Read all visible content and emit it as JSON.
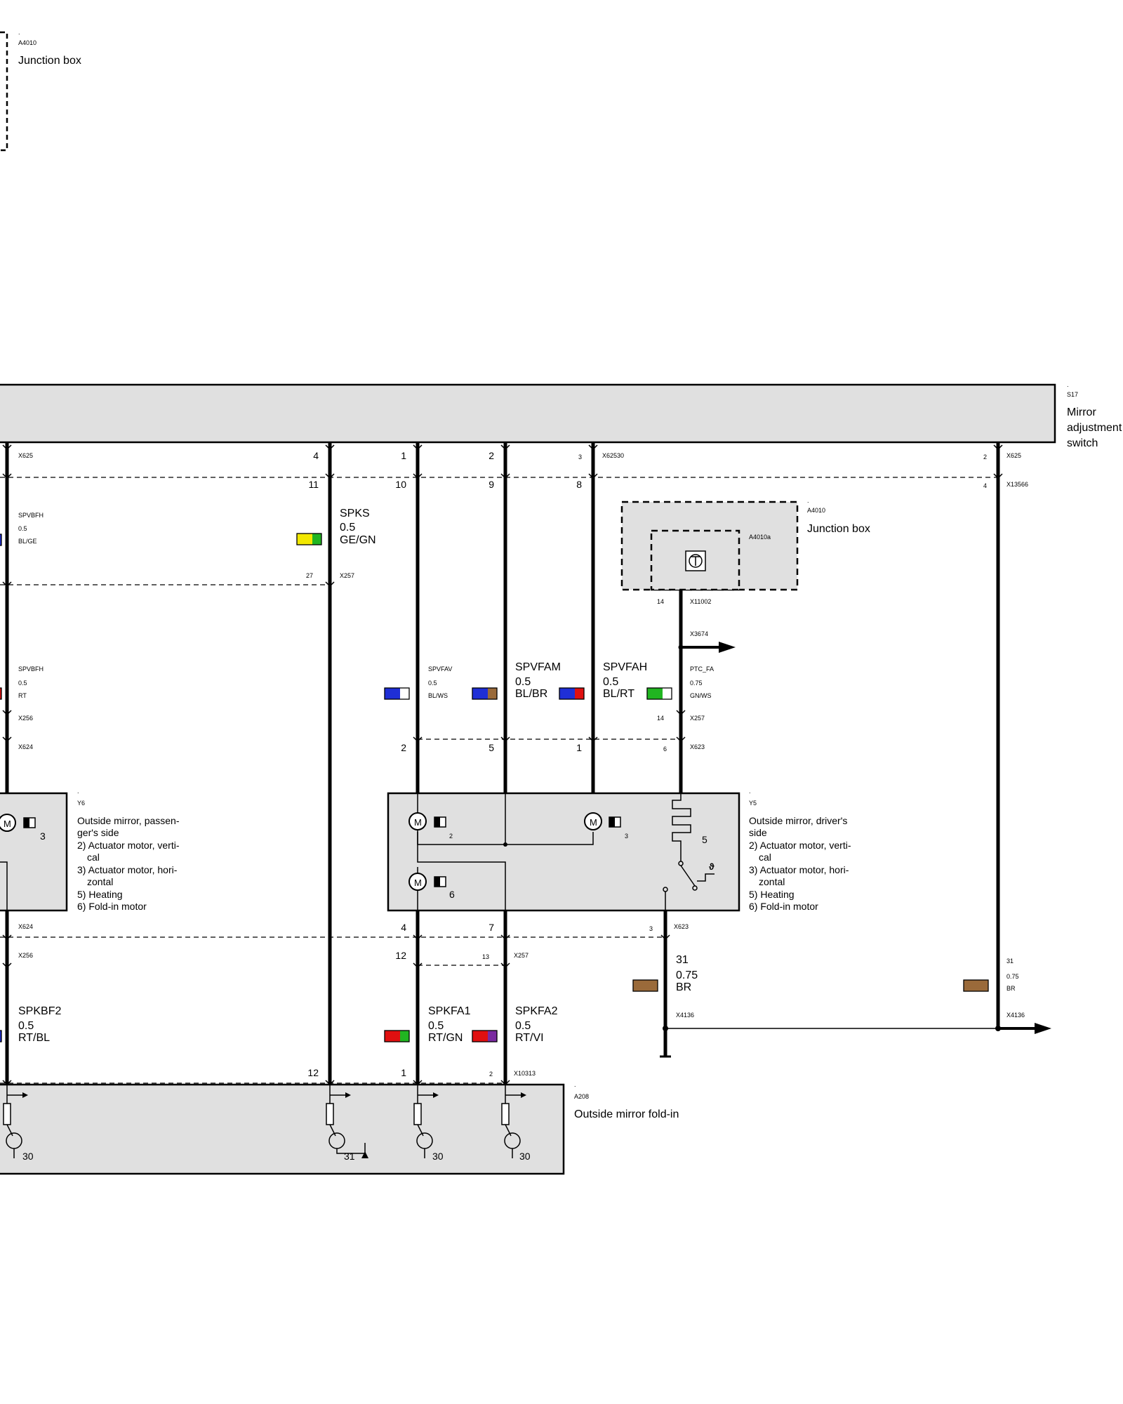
{
  "junction_box_top": {
    "ref": "A4010",
    "name": "Junction box"
  },
  "switch": {
    "ref": "S17",
    "name_line1": "Mirror",
    "name_line2": "adjustment",
    "name_line3": "switch"
  },
  "junction_box_mid": {
    "ref": "A4010",
    "inner_ref": "A4010a",
    "name": "Junction box",
    "pin": "14",
    "connector": "X11002"
  },
  "connectors": {
    "x625": "X625",
    "x62530": "X62530",
    "x13566": "X13566",
    "x257": "X257",
    "x3674": "X3674",
    "x256": "X256",
    "x624": "X624",
    "x623": "X623",
    "x4136": "X4136",
    "x10313": "X10313"
  },
  "pins": {
    "s17": {
      "a": "4",
      "b": "1",
      "c": "2",
      "d": "3",
      "e": "2"
    },
    "x13566": {
      "a": "11",
      "b": "10",
      "c": "9",
      "d": "8",
      "e": "4"
    },
    "x257_top": "27",
    "x257_mid": "14",
    "x623_top": {
      "a": "2",
      "b": "5",
      "c": "1",
      "d": "6"
    },
    "x623_bot": {
      "a": "4",
      "b": "7",
      "c": "3"
    },
    "x257_bot": {
      "a": "12",
      "b": "13"
    },
    "a208": {
      "a": "12",
      "b": "1",
      "c": "2"
    }
  },
  "wires": {
    "spvbfh_top": {
      "name": "SPVBFH",
      "size": "0.5",
      "color": "BL/GE"
    },
    "spks": {
      "name": "SPKS",
      "size": "0.5",
      "color": "GE/GN"
    },
    "spvbfh_mid": {
      "name": "SPVBFH",
      "size": "0.5",
      "color": "RT"
    },
    "spvfav": {
      "name": "SPVFAV",
      "size": "0.5",
      "color": "BL/WS"
    },
    "spvfam": {
      "name": "SPVFAM",
      "size": "0.5",
      "color": "BL/BR"
    },
    "spvfah": {
      "name": "SPVFAH",
      "size": "0.5",
      "color": "BL/RT"
    },
    "ptc_fa": {
      "name": "PTC_FA",
      "size": "0.75",
      "color": "GN/WS"
    },
    "gnd_left": {
      "name": "31",
      "size": "0.75",
      "color": "BR"
    },
    "gnd_right": {
      "name": "31",
      "size": "0.75",
      "color": "BR"
    },
    "spkbf2": {
      "name": "SPKBF2",
      "size": "0.5",
      "color": "RT/BL"
    },
    "spkfa1": {
      "name": "SPKFA1",
      "size": "0.5",
      "color": "RT/GN"
    },
    "spkfa2": {
      "name": "SPKFA2",
      "size": "0.5",
      "color": "RT/VI"
    }
  },
  "mirror_pass": {
    "ref": "Y6",
    "desc": [
      "Outside mirror, passen-",
      "ger's side",
      "2) Actuator motor, verti-",
      "cal",
      "3) Actuator motor, hori-",
      "zontal",
      "5) Heating",
      "6) Fold-in motor"
    ],
    "motor_num": "3"
  },
  "mirror_drv": {
    "ref": "Y5",
    "desc": [
      "Outside mirror, driver's",
      "side",
      "2) Actuator motor, verti-",
      "cal",
      "3) Actuator motor, hori-",
      "zontal",
      "5) Heating",
      "6) Fold-in motor"
    ],
    "motor2": "2",
    "motor3": "3",
    "heating": "5",
    "foldin": "6"
  },
  "foldin_module": {
    "ref": "A208",
    "name": "Outside mirror fold-in",
    "t1": "30",
    "t2": "31",
    "t3": "30",
    "t4": "30"
  },
  "icons": [
    "motor-icon",
    "transistor-icon",
    "heating-element-icon",
    "thermal-switch-icon",
    "ground-icon",
    "arrow-icon"
  ],
  "colors": {
    "BL": "#1f2fd6",
    "GE": "#f2e800",
    "GN": "#21b521",
    "WS": "#ffffff",
    "BR": "#9a6a3a",
    "RT": "#e01010",
    "VI": "#7a2aa0"
  }
}
